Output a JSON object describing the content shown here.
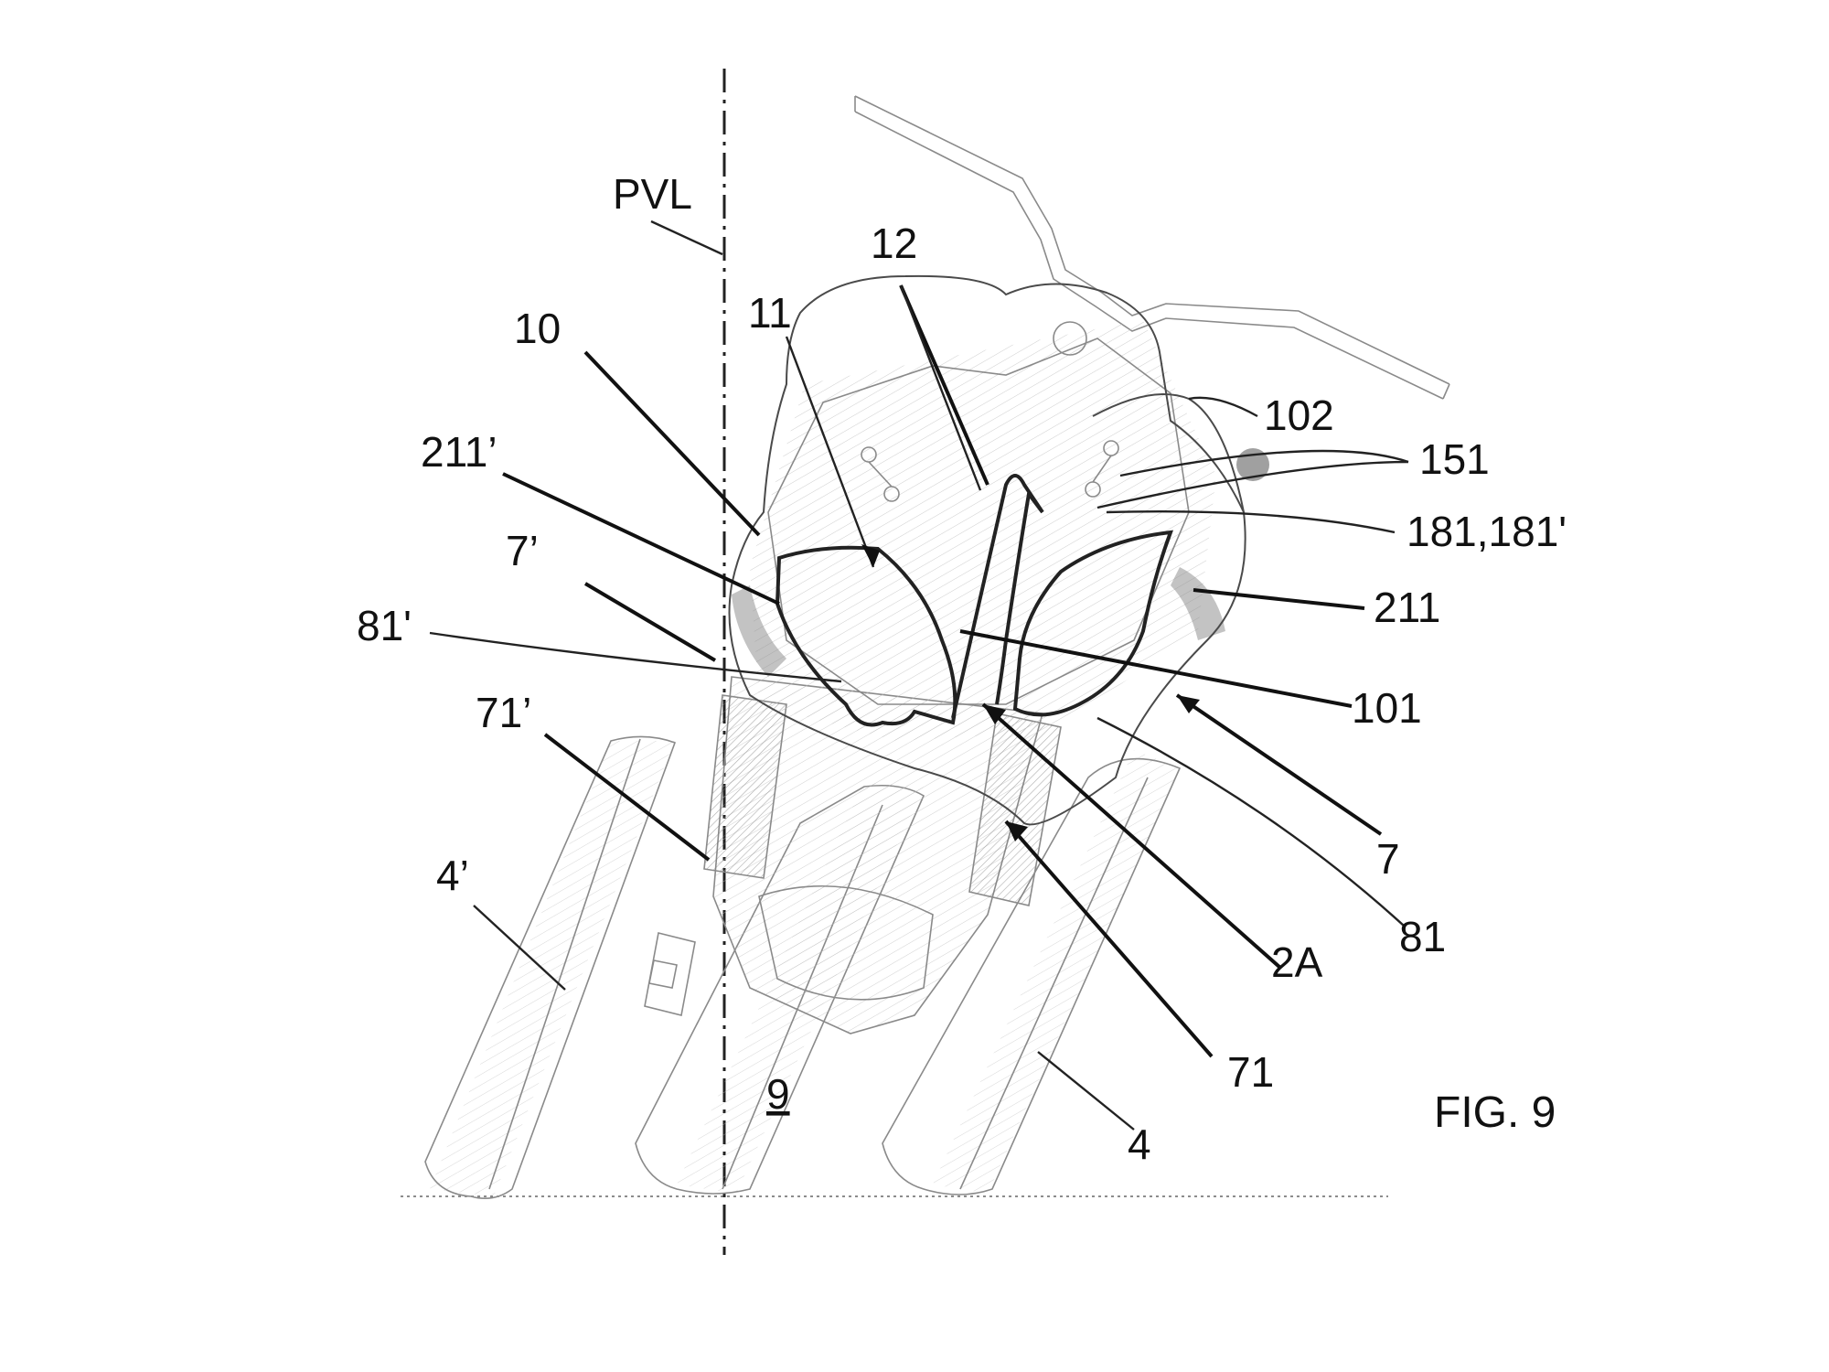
{
  "figure": {
    "title": "FIG. 9",
    "reference_line": "PVL",
    "labels": {
      "l12": "12",
      "l11": "11",
      "l10": "10",
      "l102": "102",
      "l151": "151",
      "l211p": "211’",
      "l181": "181,181'",
      "l7p": "7’",
      "l211": "211",
      "l81p": "81'",
      "l101": "101",
      "l71p": "71’",
      "l7": "7",
      "l4p": "4’",
      "l2A": "2A",
      "l81": "81",
      "l71": "71",
      "l9": "9",
      "l4": "4"
    }
  }
}
